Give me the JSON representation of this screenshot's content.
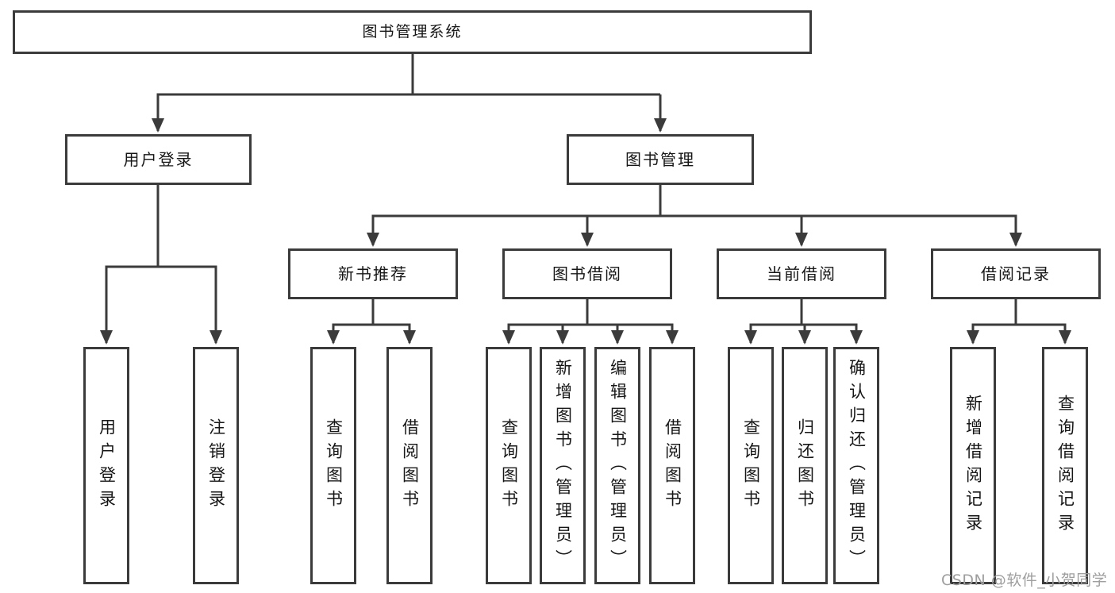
{
  "diagram": {
    "type": "tree",
    "root": {
      "label": "图书管理系统"
    },
    "level2": [
      {
        "label": "用户登录"
      },
      {
        "label": "图书管理"
      }
    ],
    "level3": [
      {
        "label": "新书推荐",
        "parent": "图书管理"
      },
      {
        "label": "图书借阅",
        "parent": "图书管理"
      },
      {
        "label": "当前借阅",
        "parent": "图书管理"
      },
      {
        "label": "借阅记录",
        "parent": "图书管理"
      }
    ],
    "leaves": [
      {
        "label": "用户登录",
        "parent": "用户登录"
      },
      {
        "label": "注销登录",
        "parent": "用户登录"
      },
      {
        "label": "查询图书",
        "parent": "新书推荐"
      },
      {
        "label": "借阅图书",
        "parent": "新书推荐"
      },
      {
        "label": "查询图书",
        "parent": "图书借阅"
      },
      {
        "label": "新增图书（管理员）",
        "parent": "图书借阅"
      },
      {
        "label": "编辑图书（管理员）",
        "parent": "图书借阅"
      },
      {
        "label": "借阅图书",
        "parent": "图书借阅"
      },
      {
        "label": "查询图书",
        "parent": "当前借阅"
      },
      {
        "label": "归还图书",
        "parent": "当前借阅"
      },
      {
        "label": "确认归还（管理员）",
        "parent": "当前借阅"
      },
      {
        "label": "新增借阅记录",
        "parent": "借阅记录"
      },
      {
        "label": "查询借阅记录",
        "parent": "借阅记录"
      }
    ]
  },
  "watermark": "CSDN @软件_小贺同学",
  "colors": {
    "line": "#3b3b3b",
    "text": "#161616",
    "watermark": "#9e9e9e",
    "bg": "#ffffff"
  }
}
